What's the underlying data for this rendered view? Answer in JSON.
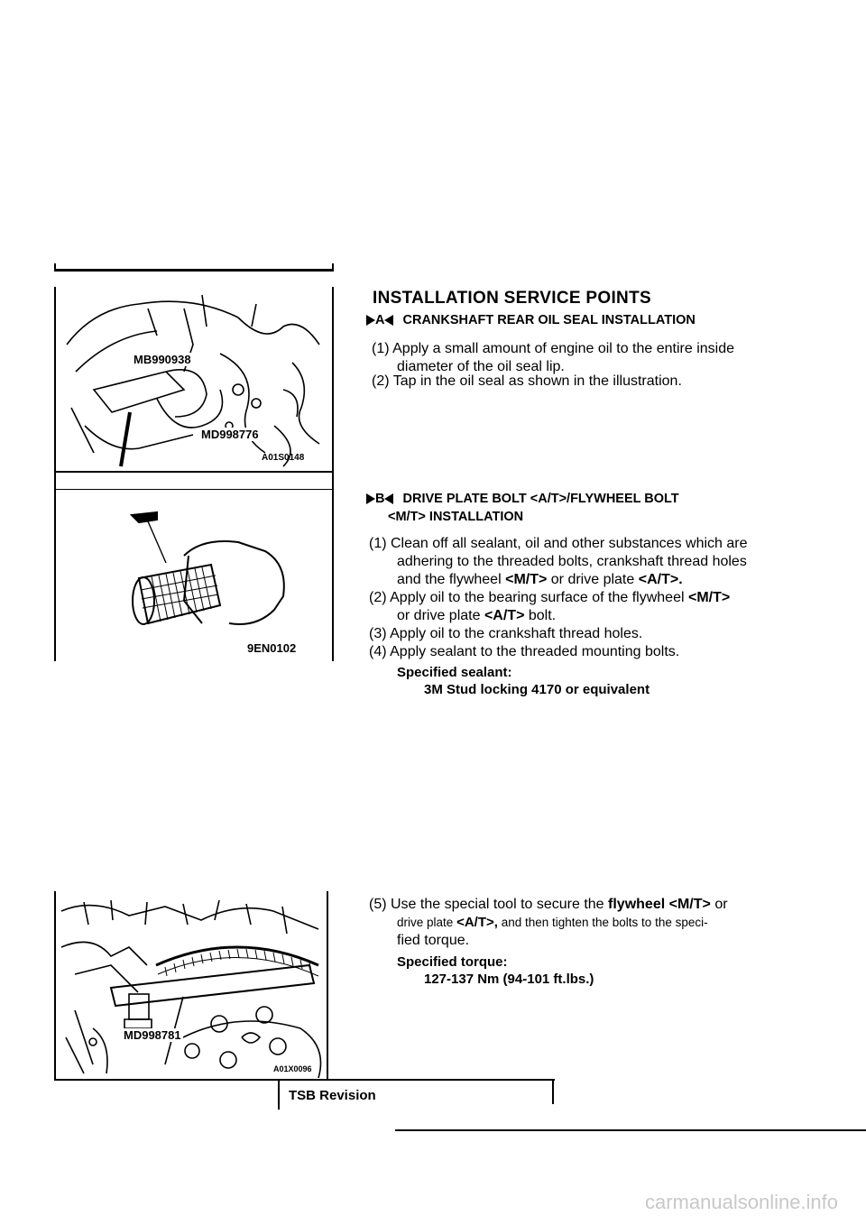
{
  "title": "INSTALLATION SERVICE POINTS",
  "section_a": {
    "marker": "A",
    "heading": "CRANKSHAFT REAR OIL SEAL INSTALLATION",
    "steps": [
      {
        "num": "(1)",
        "text": "Apply a small amount of engine oil to the entire inside",
        "cont": "diameter of the oil seal lip."
      },
      {
        "num": "(2)",
        "text": "Tap in the oil seal as shown in the illustration."
      }
    ]
  },
  "section_b": {
    "marker": "B",
    "heading_line1": "DRIVE PLATE BOLT <A/T>/FLYWHEEL BOLT",
    "heading_line2": "<M/T> INSTALLATION",
    "step1_line1": "(1) Clean off all sealant, oil and other substances which are",
    "step1_line2": "adhering to the threaded bolts, crankshaft thread holes",
    "step1_line3_a": "and the flywheel",
    "step1_line3_b": "<M/T>",
    "step1_line3_c": "or drive plate",
    "step1_line3_d": "<A/T>.",
    "step2_line1_a": "(2) Apply oil to the bearing surface of the flywheel",
    "step2_line1_b": "<M/T>",
    "step2_line2_a": "or drive plate",
    "step2_line2_b": "<A/T>",
    "step2_line2_c": "bolt.",
    "step3": "(3) Apply oil to the crankshaft thread holes.",
    "step4": "(4) Apply sealant to the threaded mounting bolts.",
    "sealant_label": "Specified sealant:",
    "sealant_value": "3M Stud locking 4170 or equivalent"
  },
  "step5": {
    "line1_a": "(5) Use the special tool to secure the",
    "line1_b": "flywheel",
    "line1_c": "<M/T>",
    "line1_d": "or",
    "line2_a": "drive plate",
    "line2_b": "<A/T>,",
    "line2_c": "and then tighten the bolts to the speci-",
    "line3": "fied torque.",
    "torque_label": "Specified torque:",
    "torque_value": "127-137 Nm (94-101 ft.lbs.)"
  },
  "figures": {
    "fig1": {
      "tool1": "MB990938",
      "tool2": "MD998776",
      "code": "A01S0148"
    },
    "fig2": {
      "code": "9EN0102"
    },
    "fig3": {
      "tool": "MD998781",
      "code": "A01X0096"
    }
  },
  "footer": {
    "label": "TSB Revision"
  },
  "watermark": "carmanualsonline.info"
}
